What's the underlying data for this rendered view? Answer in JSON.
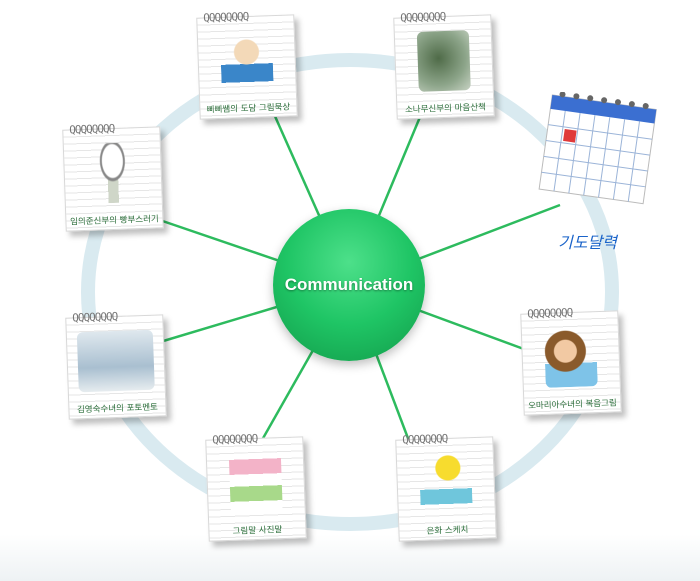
{
  "hub": {
    "label": "Communication"
  },
  "items": [
    {
      "label": "삐삐쌤의 도담 그림묵상",
      "icon": "girl-with-glasses-drawing"
    },
    {
      "label": "소나무신부의 마음산책",
      "icon": "pine-tree-photo"
    },
    {
      "label": "임의준신부의 빵부스러기",
      "icon": "sketch-figure-drawing"
    },
    {
      "label": "김영숙수녀의 포토멘토",
      "icon": "photo-mentor-image"
    },
    {
      "label": "오마리아수녀의 복음그림",
      "icon": "bearded-man-drawing"
    },
    {
      "label": "그림말 사진말",
      "icon": "colorful-lettering"
    },
    {
      "label": "은화 스케치",
      "icon": "star-sketch"
    }
  ],
  "calendar": {
    "label": "기도달력",
    "icon": "calendar-icon"
  },
  "colors": {
    "hub": "#1fc565",
    "line": "#2dbb5e",
    "ring": "#d9eaf0",
    "label": "#2b6e3a",
    "calendar_label": "#1a63c9"
  }
}
